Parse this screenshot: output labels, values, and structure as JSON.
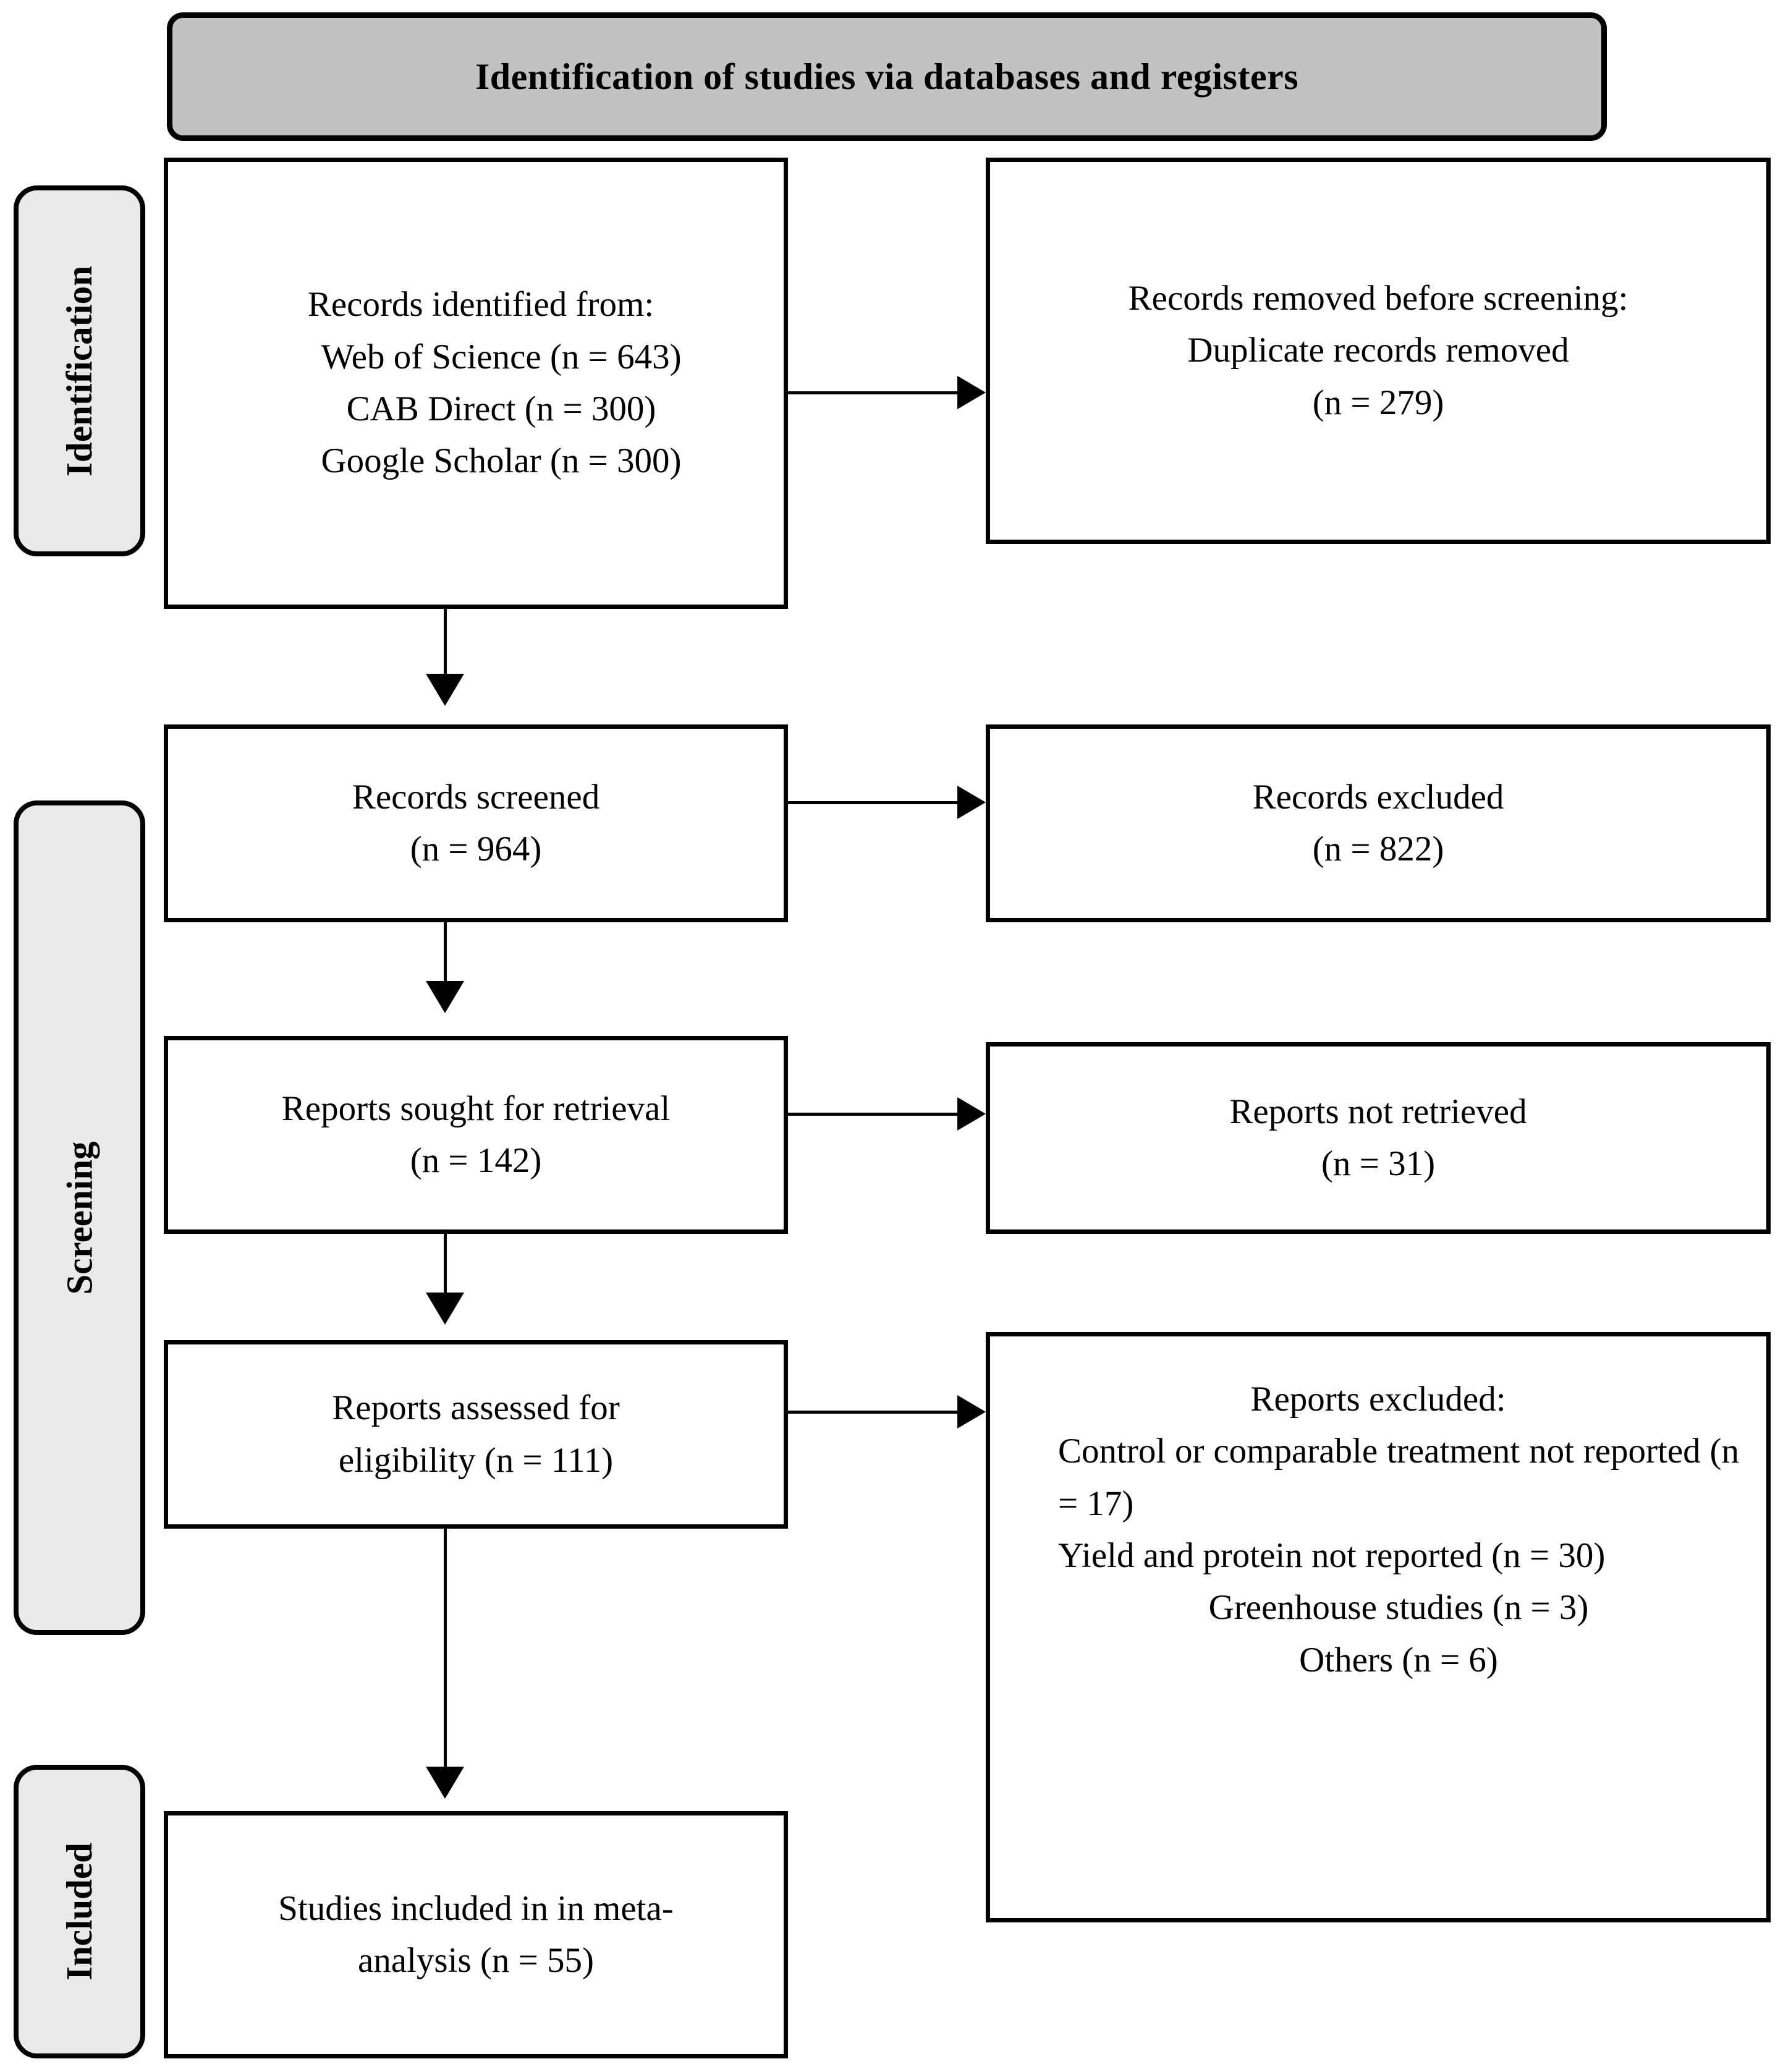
{
  "banner": {
    "title": "Identification of studies via databases and registers"
  },
  "stages": [
    {
      "label": "Identification"
    },
    {
      "label": "Screening"
    },
    {
      "label": "Included"
    }
  ],
  "boxes": {
    "records_identified": {
      "heading": "Records identified from:",
      "sources": [
        "Web of Science (n = 643)",
        "CAB Direct (n = 300)",
        "Google Scholar (n = 300)"
      ]
    },
    "records_removed": {
      "line1": "Records removed before screening:",
      "line2": "Duplicate records removed",
      "line3": "(n = 279)"
    },
    "records_screened": {
      "line1": "Records screened",
      "line2": "(n = 964)"
    },
    "records_excluded": {
      "line1": "Records excluded",
      "line2": "(n = 822)"
    },
    "reports_sought": {
      "line1": "Reports sought for retrieval",
      "line2": "(n = 142)"
    },
    "reports_not_retrieved": {
      "line1": "Reports not retrieved",
      "line2": "(n = 31)"
    },
    "reports_assessed": {
      "line1": "Reports assessed for",
      "line2": "eligibility (n = 111)"
    },
    "reports_excluded": {
      "heading": "Reports excluded:",
      "reasons": [
        "Control or comparable treatment not reported (n = 17)",
        "Yield and protein not reported (n = 30)",
        "Greenhouse studies (n = 3)",
        "Others (n = 6)"
      ]
    },
    "studies_included": {
      "line1": "Studies included in in meta-",
      "line2": "analysis (n = 55)"
    }
  },
  "colors": {
    "banner_fill": "#c2c2c2",
    "stage_fill": "#e9e9e9",
    "stroke": "#000000",
    "page_bg": "#ffffff"
  }
}
